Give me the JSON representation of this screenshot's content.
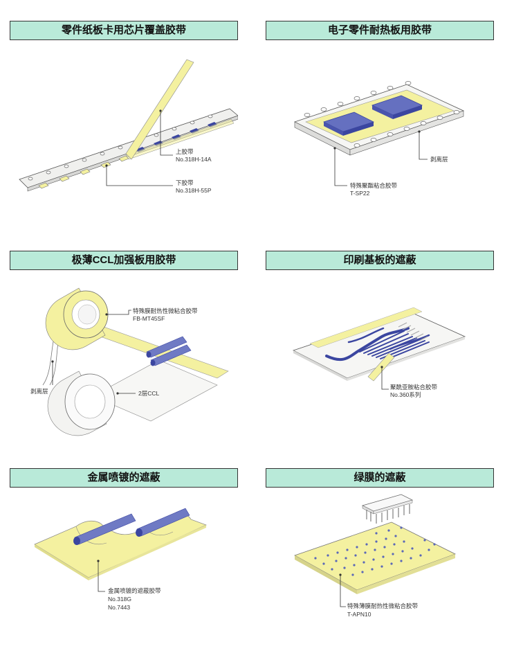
{
  "colors": {
    "title_bg": "#b9ead9",
    "tape_yellow": "#f4f1a0",
    "chip_blue": "#5a67b8",
    "line": "#555555"
  },
  "panels": [
    {
      "title": "零件纸板卡用芯片覆盖胶带",
      "labels": {
        "top_tape": "上胶带",
        "top_tape_no": "No.318H-14A",
        "bottom_tape": "下胶带",
        "bottom_tape_no": "No.318H-55P"
      }
    },
    {
      "title": "电子零件耐热板用胶带",
      "labels": {
        "release": "剥离层",
        "tape": "特殊聚酯粘合胶带",
        "tape_no": "T-SP22"
      }
    },
    {
      "title": "极薄CCL加强板用胶带",
      "labels": {
        "tape": "特殊膜耐热性微粘合胶带",
        "tape_no": "FB-MT45SF",
        "release": "剥离层",
        "ccl": "2层CCL"
      }
    },
    {
      "title": "印刷基板的遮蔽",
      "labels": {
        "tape": "聚酰亚胺粘合胶带",
        "tape_no": "No.360系列"
      }
    },
    {
      "title": "金属喷镀的遮蔽",
      "labels": {
        "tape": "金属喷镀的遮蔽胶带",
        "tape_no1": "No.318G",
        "tape_no2": "No.7443"
      }
    },
    {
      "title": "绿膜的遮蔽",
      "labels": {
        "tape": "特殊薄膜耐热性微粘合胶带",
        "tape_no": "T-APN10"
      }
    }
  ]
}
